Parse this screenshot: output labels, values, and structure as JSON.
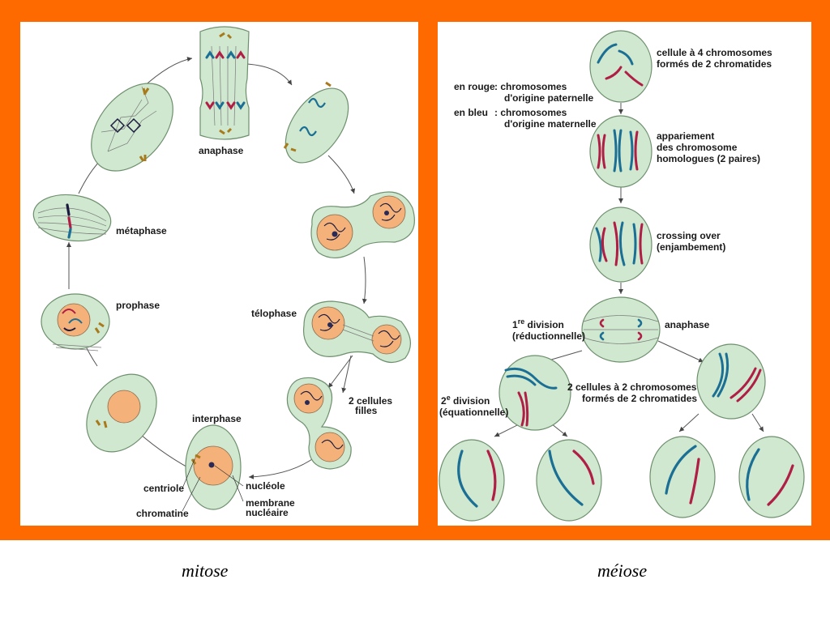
{
  "mitose": {
    "caption": "mitose",
    "labels": {
      "anaphase": "anaphase",
      "metaphase": "métaphase",
      "prophase": "prophase",
      "telophase": "télophase",
      "interphase": "interphase",
      "cellules_line1": "2 cellules",
      "cellules_line2": "filles",
      "centriole": "centriole",
      "chromatine": "chromatine",
      "nucleole": "nucléole",
      "membrane_line1": "membrane",
      "membrane_line2": "nucléaire"
    }
  },
  "meiose": {
    "caption": "méiose",
    "labels": {
      "cellule4_line1": "cellule à 4 chromosomes",
      "cellule4_line2": "formés de 2 chromatides",
      "rouge_key": "en rouge",
      "rouge_line1": ": chromosomes",
      "rouge_line2": "d'origine paternelle",
      "bleu_key": "en bleu",
      "bleu_line1": ": chromosomes",
      "bleu_line2": "d'origine maternelle",
      "appariement_line1": "appariement",
      "appariement_line2": "des chromosome",
      "appariement_line3": "homologues (2 paires)",
      "crossing_line1": "crossing over",
      "crossing_line2": "(enjambement)",
      "div1_num": "1",
      "div1_sup": "re",
      "div1_word": " division",
      "div1_line2": "(réductionnelle)",
      "anaphase": "anaphase",
      "cellules2_line1": "2 cellules à 2 chromosomes",
      "cellules2_line2": "formés de 2 chromatides",
      "div2_num": "2",
      "div2_sup": "e",
      "div2_word": " division",
      "div2_line2": "(équationnelle)"
    }
  },
  "colors": {
    "frame": "#ff6a00",
    "cell": "#cfe8cf",
    "cell_stroke": "#6e8f6e",
    "nucleus": "#f4b27a",
    "paternal": "#b01e46",
    "maternal": "#1b6f94",
    "centriole": "#a87a1c"
  }
}
